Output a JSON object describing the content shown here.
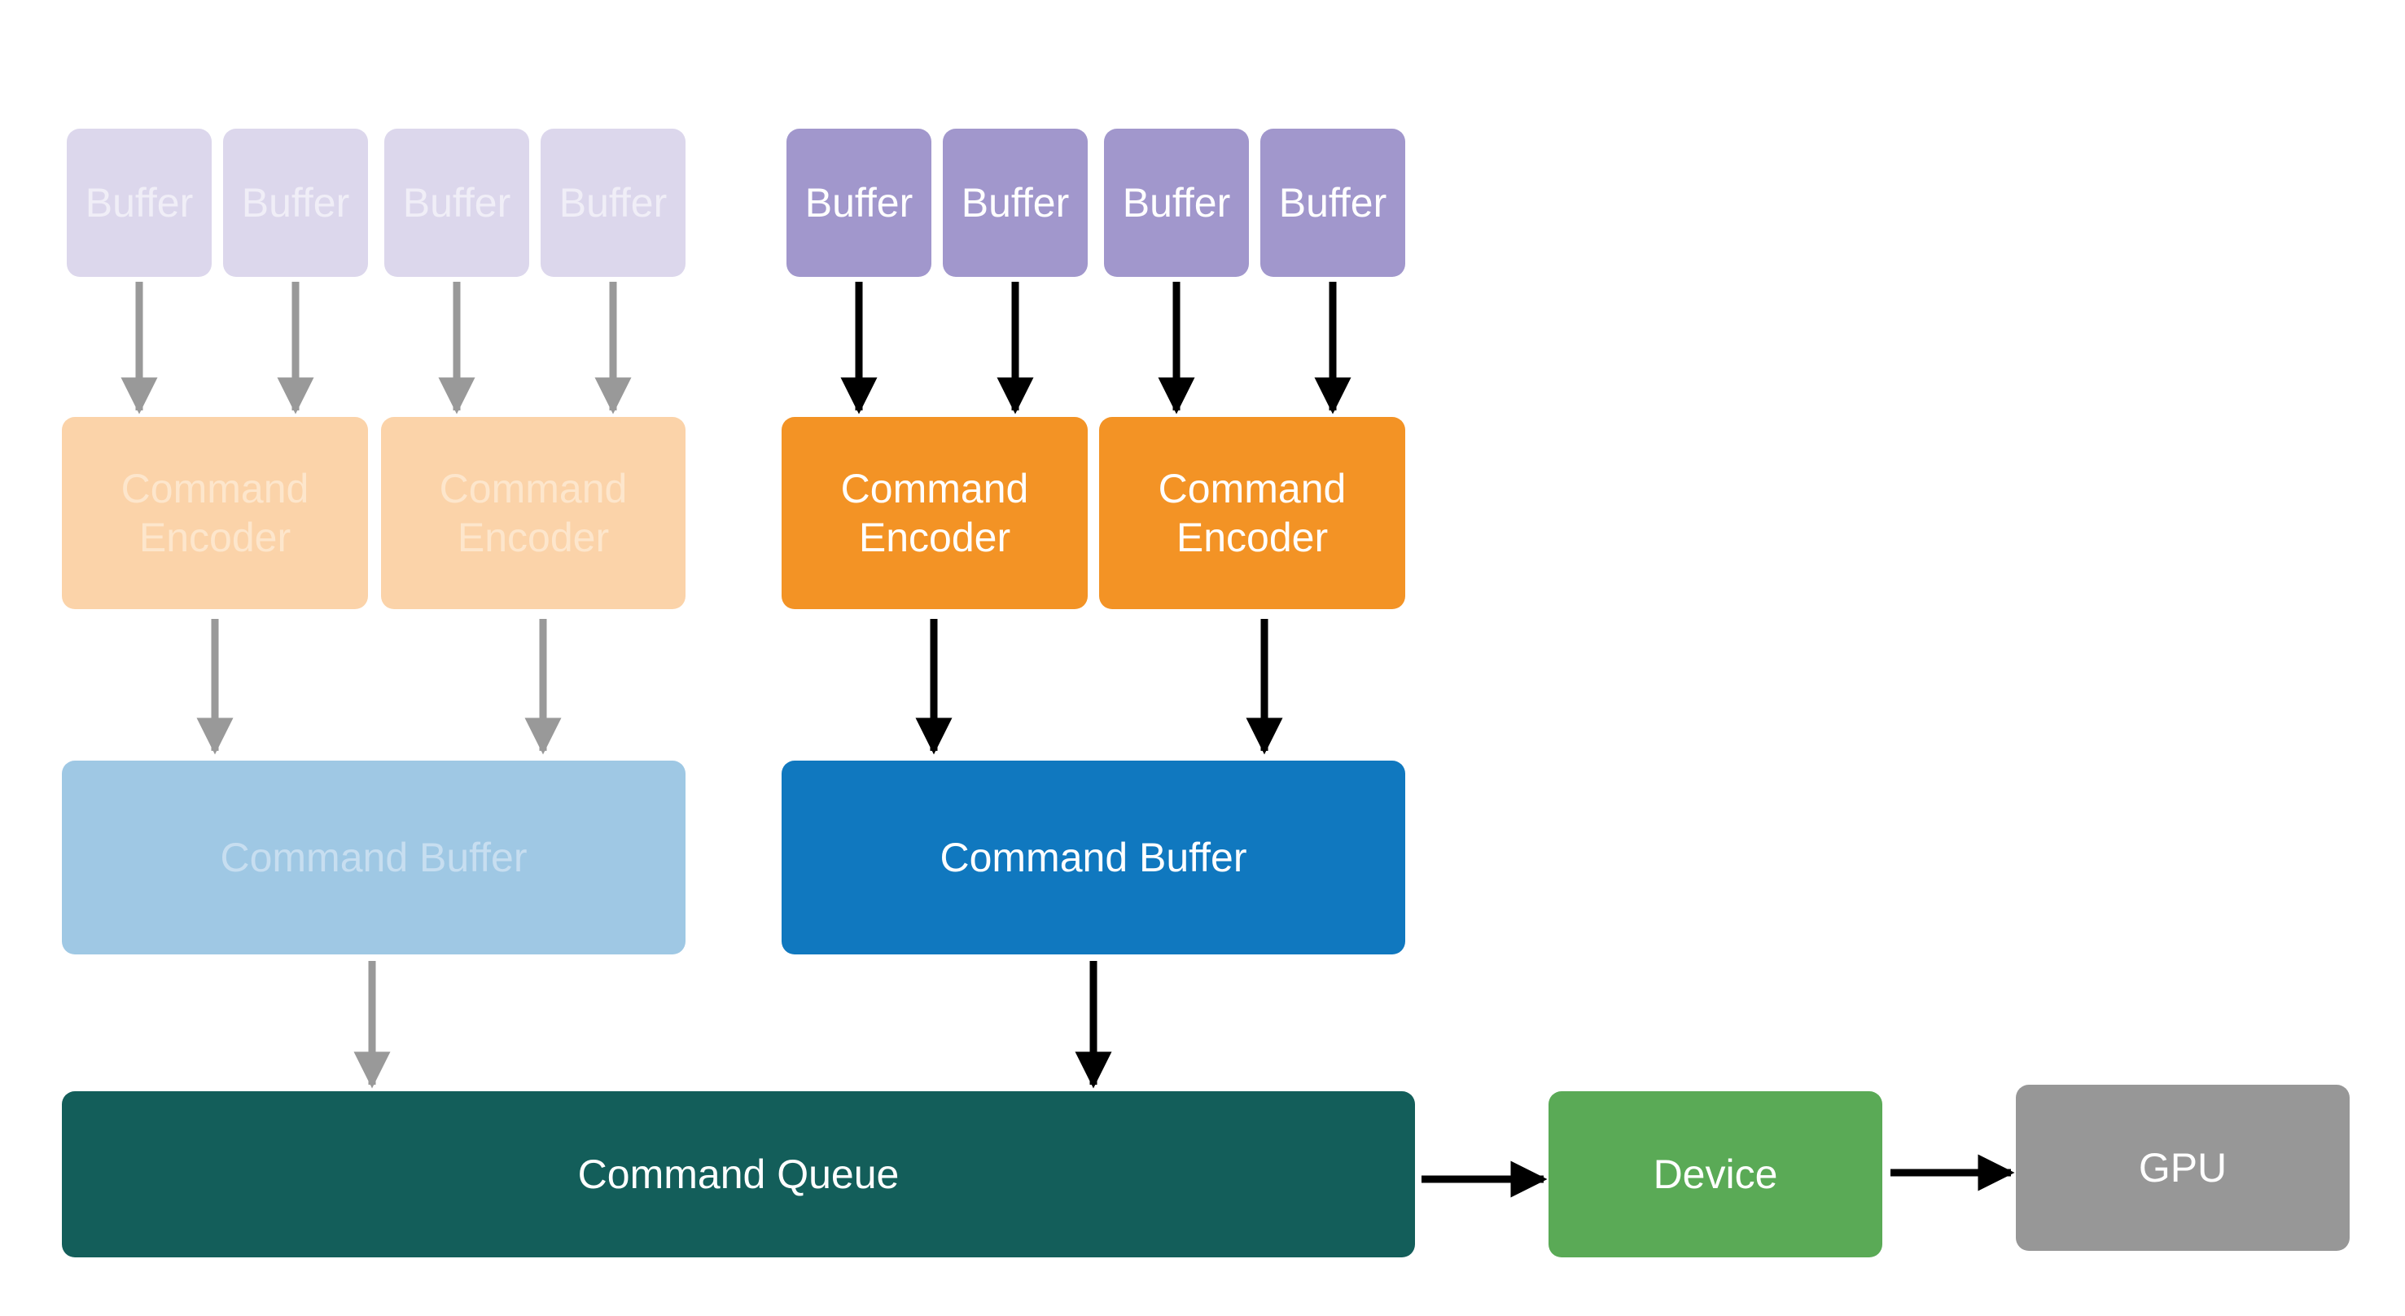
{
  "labels": {
    "buffer": "Buffer",
    "command_encoder": "Command Encoder",
    "command_buffer": "Command Buffer",
    "command_queue": "Command Queue",
    "device": "Device",
    "gpu": "GPU"
  },
  "colors": {
    "buffer_faded": "#dcd7ec",
    "buffer_active": "#a197cc",
    "encoder_faded": "#fbd3a9",
    "encoder_active": "#f39325",
    "command_buffer_faded": "#9fc8e4",
    "command_buffer_active": "#1078bf",
    "command_queue": "#135e5a",
    "device": "#5aaa56",
    "gpu": "#979797",
    "arrow_faded": "#999999",
    "arrow_active": "#000000"
  }
}
